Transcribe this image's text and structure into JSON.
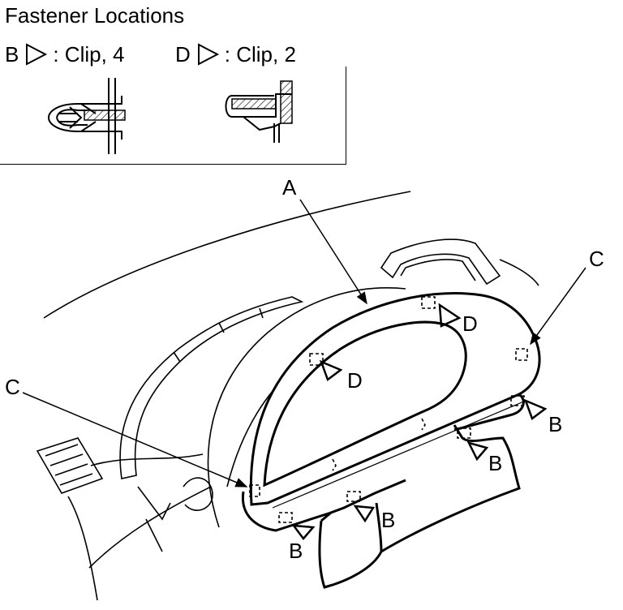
{
  "title": "Fastener Locations",
  "legend": [
    {
      "letter": "B",
      "description": ": Clip, 4"
    },
    {
      "letter": "D",
      "description": ": Clip, 2"
    }
  ],
  "callouts": {
    "a": "A",
    "c_left": "C",
    "c_right": "C",
    "d_upper": "D",
    "d_left": "D",
    "b_right_upper": "B",
    "b_right_lower": "B",
    "b_center": "B",
    "b_left": "B"
  }
}
